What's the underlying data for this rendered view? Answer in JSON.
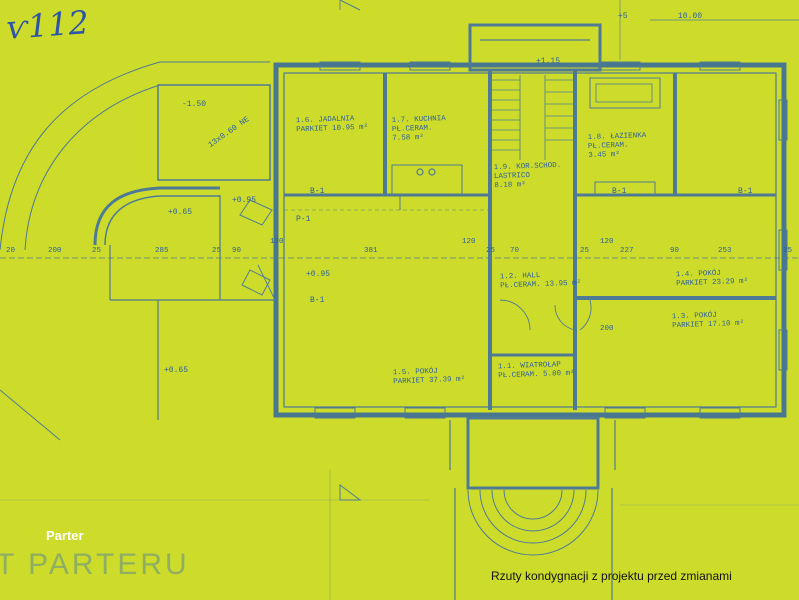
{
  "handwritten_mark": "ѵ112",
  "sheet_title": "T PARTERU",
  "floor_label": "Parter",
  "caption": "Rzuty kondygnacji z projektu przed zmianami",
  "rooms": {
    "jadalnia": [
      "1.6. JADALNIA",
      "PARKIET  10.95 m²"
    ],
    "kuchnia": [
      "1.7. KUCHNIA",
      "PŁ.CERAM.",
      "7.58 m²"
    ],
    "lazienka": [
      "1.8. ŁAZIENKA",
      "PŁ.CERAM.",
      "3.45 m²"
    ],
    "korytarz": [
      "1.9. KOR.SCHOD.",
      "LASTRICO",
      "8.18 m²"
    ],
    "hall": [
      "1.2. HALL",
      "PŁ.CERAM. 13.95 m²"
    ],
    "pokoj14": [
      "1.4. POKÓJ",
      "PARKIET 23.29 m²"
    ],
    "pokoj13": [
      "1.3. POKÓJ",
      "PARKIET 17.10 m²"
    ],
    "wiatrolap": [
      "1.1. WIATROŁAP",
      "PŁ.CERAM. 5.80 m²"
    ],
    "pokoj15": [
      "1.5. POKÓJ",
      "PARKIET 37.39 m²"
    ]
  },
  "levels": [
    "-1.50",
    "+0.65",
    "+0.95",
    "+0.65",
    "+1.15",
    "+0.95",
    "10.00",
    "+5"
  ],
  "dimensions": [
    "20",
    "200",
    "25",
    "285",
    "25",
    "381",
    "25",
    "70",
    "120",
    "25",
    "227",
    "90",
    "253",
    "120",
    "90",
    "25",
    "120",
    "200"
  ],
  "section_marks": [
    "B-1",
    "B-1",
    "B-1",
    "P-1",
    "B-1"
  ],
  "stair_note": "13x0.60 NE"
}
